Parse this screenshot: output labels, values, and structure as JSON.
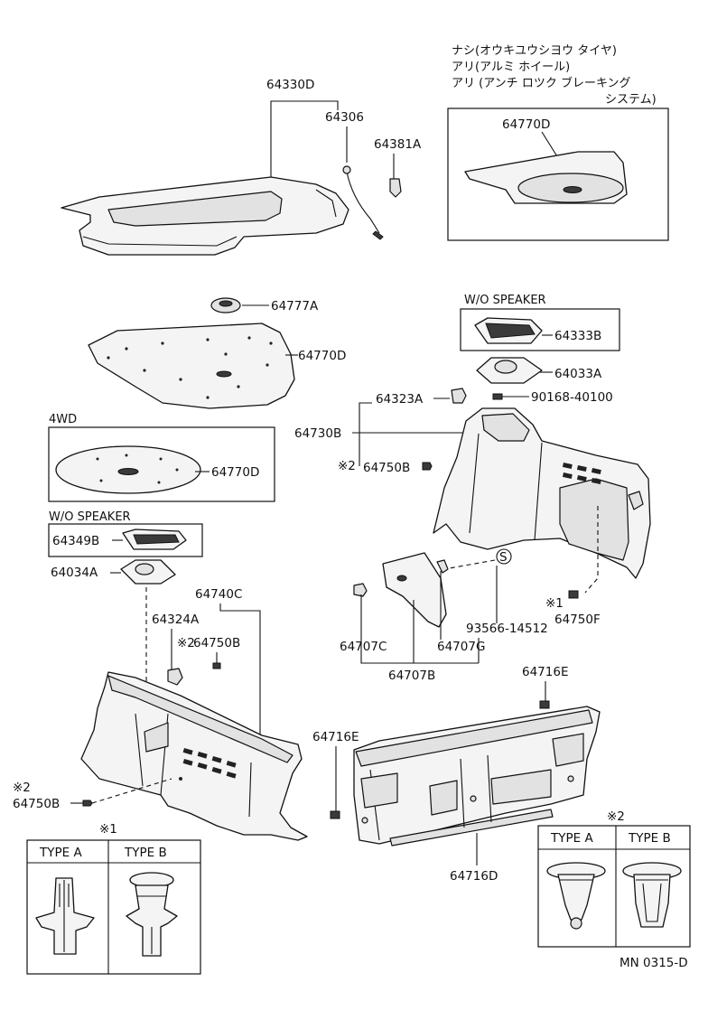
{
  "diagram": {
    "code": "MN 0315-D",
    "note_lines": [
      "ナシ(オウキユウシヨウ タイヤ)",
      "アリ(アルミ ホイール)",
      "アリ (アンチ ロツク ブレーキング",
      "システム)"
    ],
    "groups": {
      "four_wd": "4WD",
      "wo_speaker_a": "W/O SPEAKER",
      "wo_speaker_b": "W/O SPEAKER"
    },
    "parts": {
      "p64330D": "64330D",
      "p64306": "64306",
      "p64381A": "64381A",
      "p64770D_top": "64770D",
      "p64777A": "64777A",
      "p64770D_mid": "64770D",
      "p64770D_4wd": "64770D",
      "p64349B": "64349B",
      "p64034A": "64034A",
      "p64740C": "64740C",
      "p64324A": "64324A",
      "p64750B_left_mid": "64750B",
      "p64750B_left_low": "64750B",
      "p64333B": "64333B",
      "p64033A": "64033A",
      "p64323A": "64323A",
      "p90168": "90168-40100",
      "p64730B": "64730B",
      "p64750B_right": "64750B",
      "p64750F": "64750F",
      "p93566": "93566-14512",
      "p64707C": "64707C",
      "p64707G": "64707G",
      "p64707B": "64707B",
      "p64716E_top": "64716E",
      "p64716E_left": "64716E",
      "p64716D": "64716D"
    },
    "marks": {
      "note2": "※2",
      "note1": "※1",
      "s_symbol": "S"
    },
    "legend1": {
      "title": "※1",
      "type_a": "TYPE A",
      "type_b": "TYPE B"
    },
    "legend2": {
      "title": "※2",
      "type_a": "TYPE A",
      "type_b": "TYPE B"
    }
  }
}
